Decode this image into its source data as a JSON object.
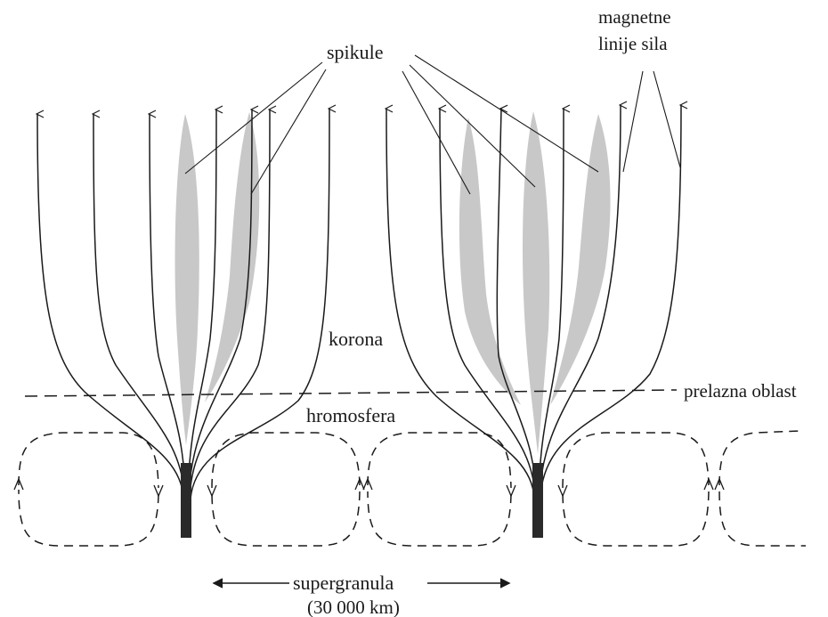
{
  "labels": {
    "spikule": "spikule",
    "magnetne": "magnetne",
    "linije_sila": "linije sila",
    "korona": "korona",
    "prelazna_oblast": "prelazna oblast",
    "hromosfera": "hromosfera",
    "supergranula": "supergranula",
    "supergranula_size": "(30 000 km)"
  },
  "colors": {
    "line": "#1a1a1a",
    "spicule_fill": "#c8c8c8",
    "tube_fill": "#2a2a2a"
  }
}
